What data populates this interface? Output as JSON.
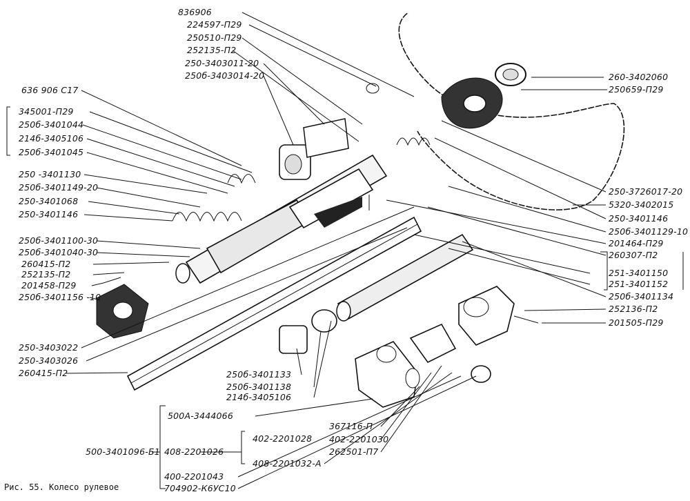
{
  "caption": "Рис. 55. Колесо рулевое",
  "labels": {
    "l836906": "836906",
    "l224597": "224597-П29",
    "l250510": "250510-П29",
    "l252135a": "252135-П2",
    "l2503403011": "250-3403011-20",
    "l25063403014": "250б-3403014-20",
    "l636906": "636 906 С17",
    "l345001": "345001-П29",
    "l25063401044": "250б-3401044",
    "l21463405106a": "214б-3405106",
    "l25063401045": "250б-3401045",
    "l2503401130": "250 -3401130",
    "l25063401149": "250б-3401149-20",
    "l2503401068": "250-3401068",
    "l2503401146a": "250-3401146",
    "l25063401100": "250б-3401100-30",
    "l25063401040": "250б-3401040-30",
    "l260415a": "260415-П2",
    "l252135b": "252135-П2",
    "l201458": "201458-П29",
    "l25063401156": "250б-3401156 -10",
    "l2503403022": "250-3403022",
    "l2503403026": "250-3403026",
    "l260415b": "260415-П2",
    "l2603402060": "260-3402060",
    "l250659": "250659-П29",
    "l2503726017": "250-3726017-20",
    "l53203402015": "5320-3402015",
    "l2503401146b": "250-3401146",
    "l25063401129": "250б-3401129-10",
    "l201464": "201464-П29",
    "l260307": "260307-П2",
    "l2513401150": "251-3401150",
    "l2513401152": "251-3401152",
    "l25063401134": "250б-3401134",
    "l252136": "252136-П2",
    "l201505": "201505-П29",
    "l25063401133": "250б-3401133",
    "l25063401138": "250б-3401138",
    "l21463405106b": "214б-3405106",
    "l500A3444066": "500А-3444066",
    "l367116": "367116-П",
    "l4022201028": "402-2201028",
    "l4022201030": "402-2201030",
    "l262501": "262501-П7",
    "l5003401096": "500-3401096-Б1",
    "l4082201026": "408-2201026",
    "l4082201032": "408-2201032-А",
    "l4002201043": "400-2201043",
    "l704902": "704902-К6УС10"
  }
}
